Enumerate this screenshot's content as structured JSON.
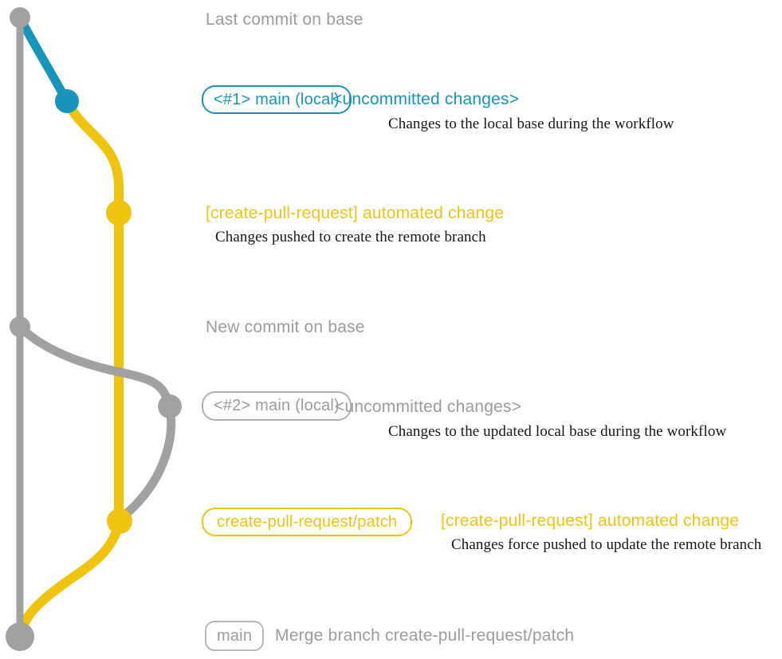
{
  "diagram": {
    "type": "git-graph",
    "colors": {
      "base_branch_gray": "#a1a1a1",
      "local_branch_blue": "#1794ba",
      "remote_branch_yellow": "#f0c30f",
      "annotation_gray": "#9b9b9b",
      "caption_black": "#161616"
    },
    "rows": {
      "last_commit": {
        "annotation": "Last commit on base"
      },
      "local_commit_1": {
        "label": "<#1> main (local)",
        "message": "<uncommitted changes>",
        "caption": "Changes to the local base during the workflow"
      },
      "push_1": {
        "message": "[create-pull-request] automated change",
        "caption": "Changes pushed to create the remote branch"
      },
      "new_commit": {
        "annotation": "New commit on base"
      },
      "local_commit_2": {
        "label": "<#2> main (local)",
        "message": "<uncommitted changes>",
        "caption": "Changes to the updated local base during the workflow"
      },
      "push_2": {
        "label": "create-pull-request/patch",
        "message": "[create-pull-request] automated change",
        "caption": "Changes force pushed to update the remote branch"
      },
      "merge_commit": {
        "label": "main",
        "message": "Merge branch create-pull-request/patch"
      }
    }
  }
}
